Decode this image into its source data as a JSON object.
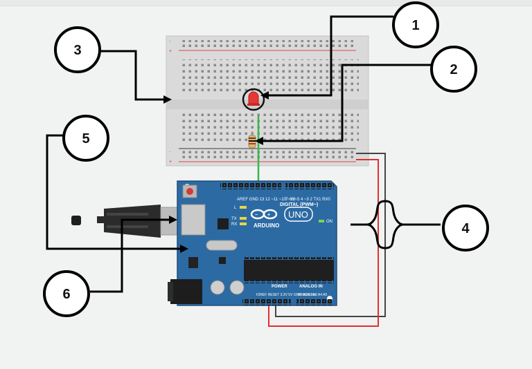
{
  "callouts": [
    {
      "id": "1",
      "label": "1"
    },
    {
      "id": "2",
      "label": "2"
    },
    {
      "id": "3",
      "label": "3"
    },
    {
      "id": "4",
      "label": "4"
    },
    {
      "id": "5",
      "label": "5"
    },
    {
      "id": "6",
      "label": "6"
    }
  ],
  "arduino": {
    "brand": "ARDUINO",
    "model": "UNO",
    "digital_header": "DIGITAL (PWM~)",
    "power_header": "POWER",
    "analog_header": "ANALOG IN",
    "on_label": "ON",
    "tx_label": "TX",
    "rx_label": "RX",
    "l_label": "L"
  },
  "colors": {
    "board": "#2c6aa3",
    "wire_red": "#e03030",
    "wire_black": "#444444",
    "wire_green": "#39b54a",
    "breadboard": "#dcdcdc",
    "led": "#e53935"
  }
}
